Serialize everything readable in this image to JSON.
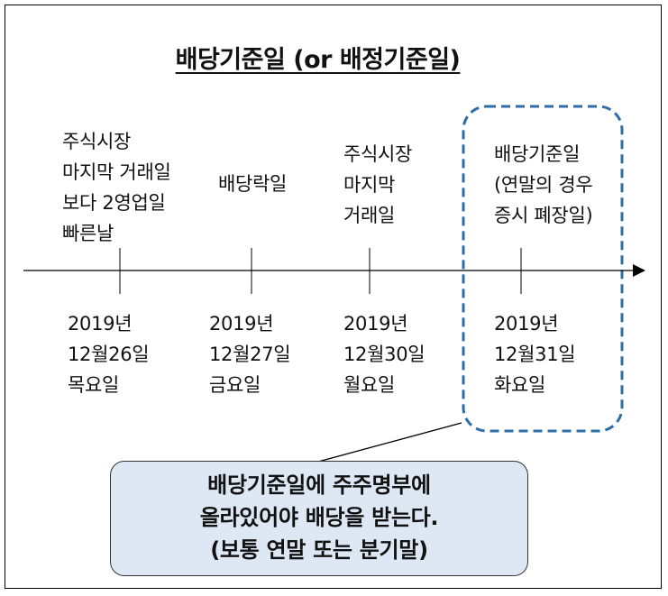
{
  "title": "배당기준일 (or 배정기준일)",
  "events": [
    {
      "label_lines": [
        "주식시장",
        "마지막 거래일",
        "보다 2영업일",
        "빠른날"
      ],
      "date_lines": [
        "2019년",
        "12월26일",
        "목요일"
      ]
    },
    {
      "label_lines": [
        "배당락일"
      ],
      "date_lines": [
        "2019년",
        "12월27일",
        "금요일"
      ]
    },
    {
      "label_lines": [
        "주식시장",
        "마지막",
        "거래일"
      ],
      "date_lines": [
        "2019년",
        "12월30일",
        "월요일"
      ]
    },
    {
      "label_lines": [
        "배당기준일",
        "(연말의 경우",
        "증시 폐장일)"
      ],
      "date_lines": [
        "2019년",
        "12월31일",
        "화요일"
      ]
    }
  ],
  "callout": {
    "lines": [
      "배당기준일에 주주명부에",
      "올라있어야 배당을 받는다.",
      "(보통 연말 또는 분기말)"
    ]
  },
  "colors": {
    "highlight_border": "#2e6ea6",
    "callout_fill": "#dde8f4"
  }
}
